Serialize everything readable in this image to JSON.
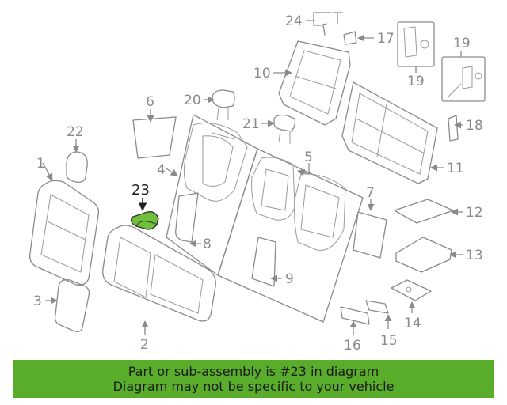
{
  "callouts": {
    "c1": "1",
    "c2": "2",
    "c3": "3",
    "c4": "4",
    "c5": "5",
    "c6": "6",
    "c7": "7",
    "c8": "8",
    "c9": "9",
    "c10": "10",
    "c11": "11",
    "c12": "12",
    "c13": "13",
    "c14": "14",
    "c15": "15",
    "c16": "16",
    "c17": "17",
    "c18": "18",
    "c19a": "19",
    "c19b": "19",
    "c20": "20",
    "c21": "21",
    "c22": "22",
    "c23": "23",
    "c24": "24"
  },
  "highlight": {
    "part": "23",
    "color": "#6fbf3a"
  },
  "banner": {
    "line1": "Part or sub-assembly is #23 in diagram",
    "line2": "Diagram may not be specific to your vehicle",
    "color": "#5aad2a"
  }
}
